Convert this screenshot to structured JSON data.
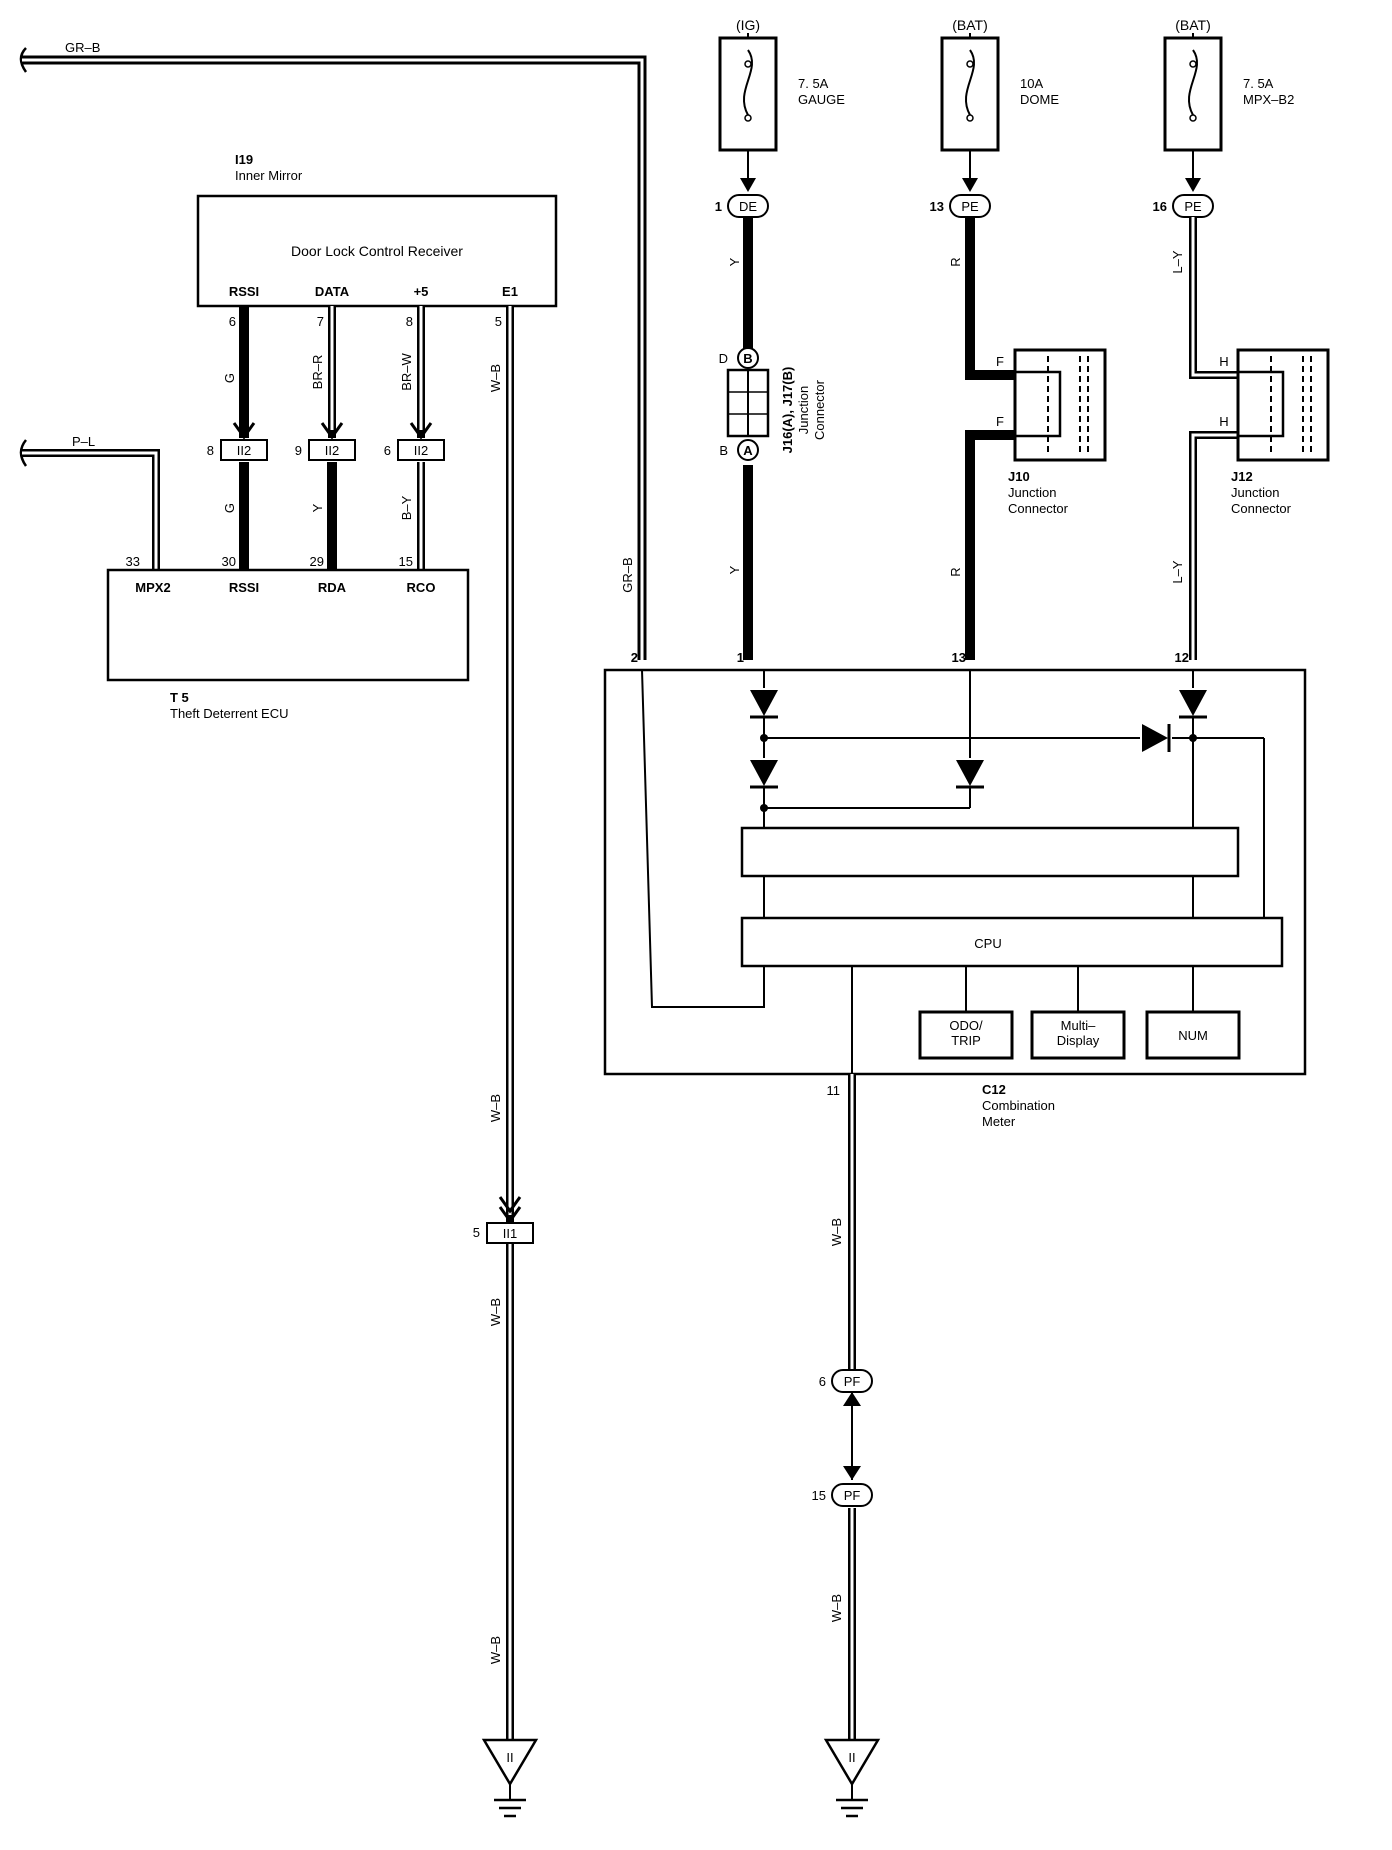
{
  "fuses": [
    {
      "source": "(IG)",
      "amp": "7. 5A",
      "name": "GAUGE"
    },
    {
      "source": "(BAT)",
      "amp": "10A",
      "name": "DOME"
    },
    {
      "source": "(BAT)",
      "amp": "7. 5A",
      "name": "MPX–B2"
    }
  ],
  "inner_mirror": {
    "id": "I19",
    "name": "Inner Mirror",
    "title": "Door Lock Control Receiver",
    "terminals": [
      "RSSI",
      "DATA",
      "+5",
      "E1"
    ],
    "pins": [
      "6",
      "7",
      "8",
      "5"
    ],
    "wires": [
      "G",
      "BR–R",
      "BR–W",
      "W–B"
    ]
  },
  "connector_ii2": {
    "label": "II2",
    "pins": [
      "8",
      "9",
      "6"
    ]
  },
  "theft_ecu": {
    "id": "T 5",
    "name": "Theft Deterrent ECU",
    "terminals": [
      "MPX2",
      "RSSI",
      "RDA",
      "RCO"
    ],
    "pins": [
      "33",
      "30",
      "29",
      "15"
    ],
    "wires": [
      "G",
      "Y",
      "B–Y"
    ]
  },
  "left_wires": {
    "top": "GR–B",
    "pl": "P–L",
    "grb_vertical": "GR–B"
  },
  "junction_connectors": {
    "j16": {
      "top_pin": "D",
      "top_label": "B",
      "bottom_pin": "B",
      "bottom_label": "A",
      "name": "J16(A), J17(B)",
      "line2": "Junction",
      "line3": "Connector"
    },
    "j10": {
      "pin": "F",
      "id": "J10",
      "line2": "Junction",
      "line3": "Connector"
    },
    "j12": {
      "pin": "H",
      "id": "J12",
      "line2": "Junction",
      "line3": "Connector"
    }
  },
  "fuse_connectors": [
    {
      "pin": "1",
      "label": "DE",
      "wire": "Y"
    },
    {
      "pin": "13",
      "label": "PE",
      "wire": "R"
    },
    {
      "pin": "16",
      "label": "PE",
      "wire": "L–Y"
    }
  ],
  "combination_meter": {
    "id": "C12",
    "name": "Combination",
    "name2": "Meter",
    "pins": [
      "2",
      "1",
      "13",
      "12",
      "11"
    ],
    "cpu": "CPU",
    "boxes": [
      {
        "line1": "ODO/",
        "line2": "TRIP"
      },
      {
        "line1": "Multi–",
        "line2": "Display"
      },
      {
        "line1": "NUM",
        "line2": ""
      }
    ]
  },
  "ground_left": {
    "wire": "W–B",
    "connector": "II1",
    "pin": "5",
    "ground": "II"
  },
  "ground_right": {
    "wire": "W–B",
    "pf_pin_top": "6",
    "pf_pin_bottom": "15",
    "pf_label": "PF",
    "ground": "II"
  }
}
